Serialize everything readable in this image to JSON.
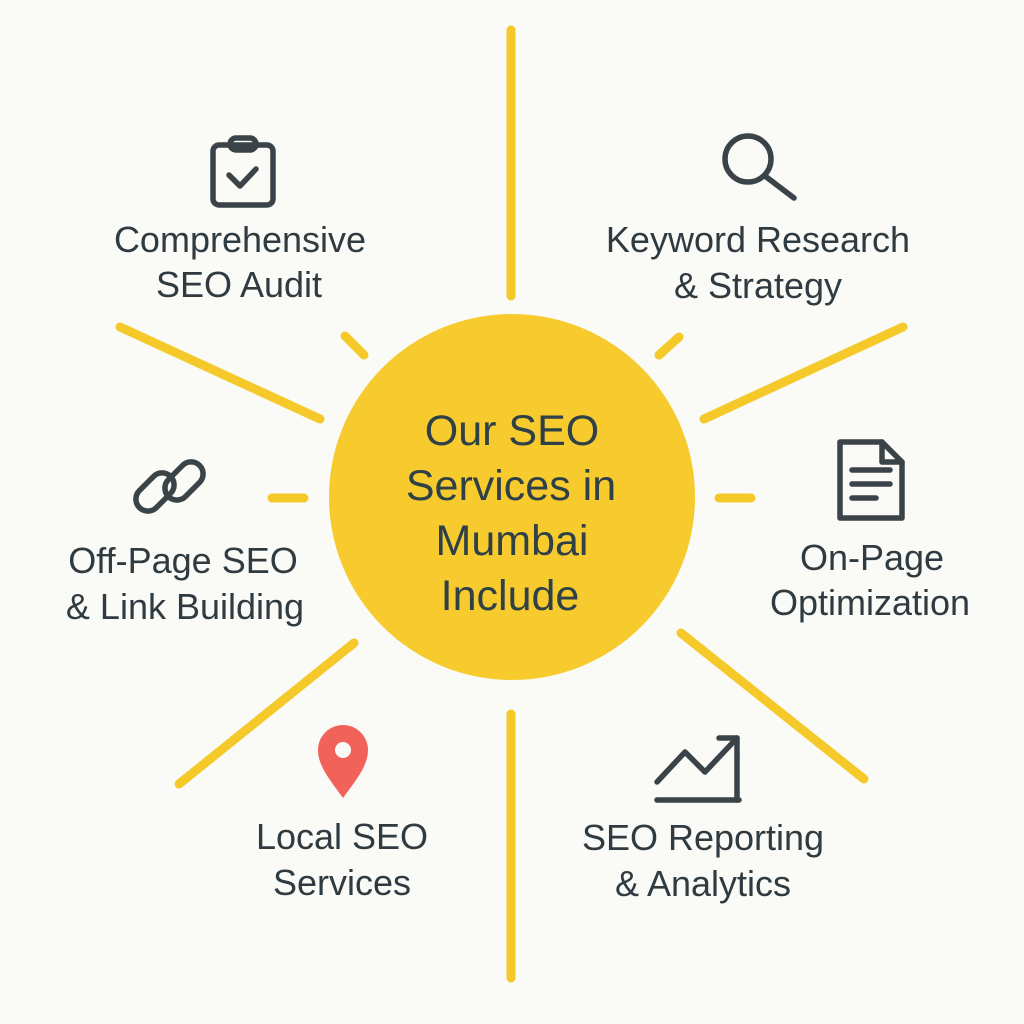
{
  "center": {
    "lines": [
      "Our SEO",
      "Services in",
      "Mumbai",
      "Include"
    ]
  },
  "services": [
    {
      "icon": "clipboard-check-icon",
      "lines": [
        "Comprehensive",
        "SEO Audit"
      ]
    },
    {
      "icon": "search-icon",
      "lines": [
        "Keyword Research",
        "& Strategy"
      ]
    },
    {
      "icon": "link-icon",
      "lines": [
        "Off-Page SEO",
        "& Link Building"
      ]
    },
    {
      "icon": "document-icon",
      "lines": [
        "On-Page",
        "Optimization"
      ]
    },
    {
      "icon": "location-pin-icon",
      "lines": [
        "Local SEO",
        "Services"
      ]
    },
    {
      "icon": "trend-chart-icon",
      "lines": [
        "SEO Reporting",
        "& Analytics"
      ]
    }
  ],
  "colors": {
    "accent": "#f5c92a",
    "text": "#2f3b40",
    "pin": "#f0625a",
    "background": "#fafaf7"
  }
}
